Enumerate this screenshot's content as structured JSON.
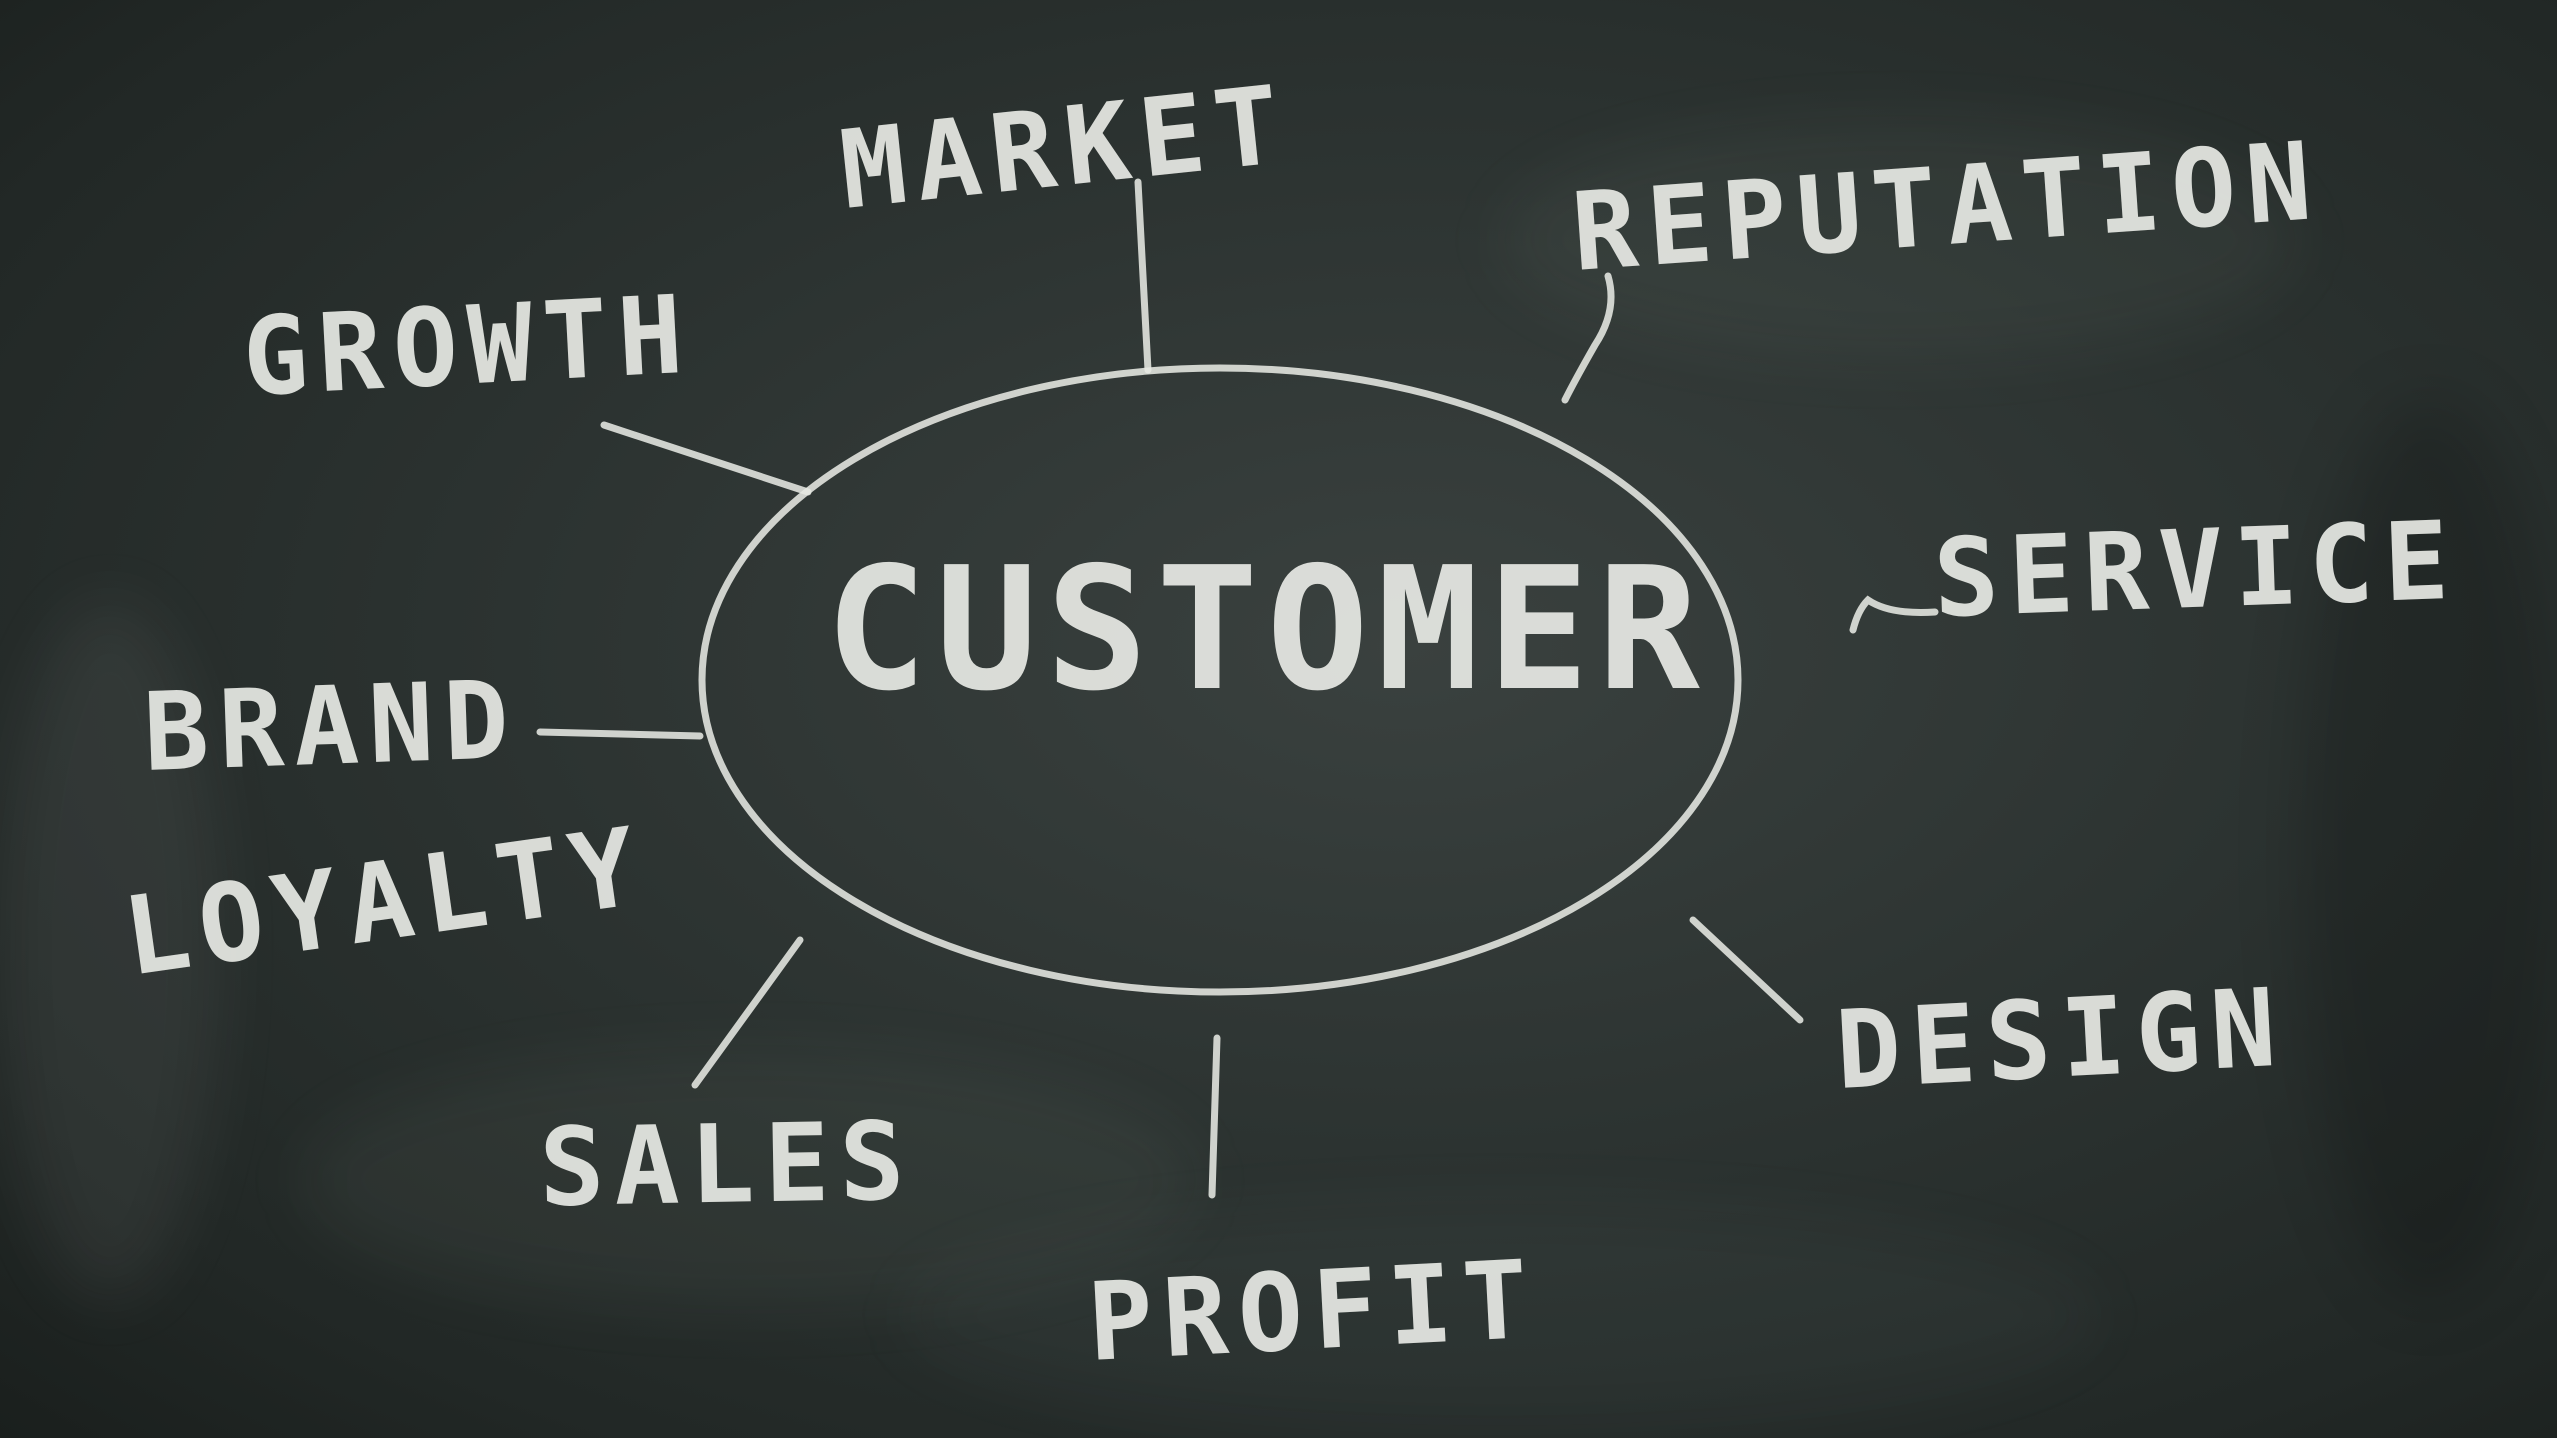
{
  "center_label": "CUSTOMER",
  "labels": {
    "market": "MARKET",
    "reputation": "REPUTATION",
    "growth": "GROWTH",
    "service": "SERVICE",
    "brand": "BRAND",
    "loyalty": "LOYALTY",
    "design": "DESIGN",
    "sales": "SALES",
    "profit": "PROFIT"
  },
  "colors": {
    "board": "#2c3331",
    "chalk": "#eceee9"
  }
}
